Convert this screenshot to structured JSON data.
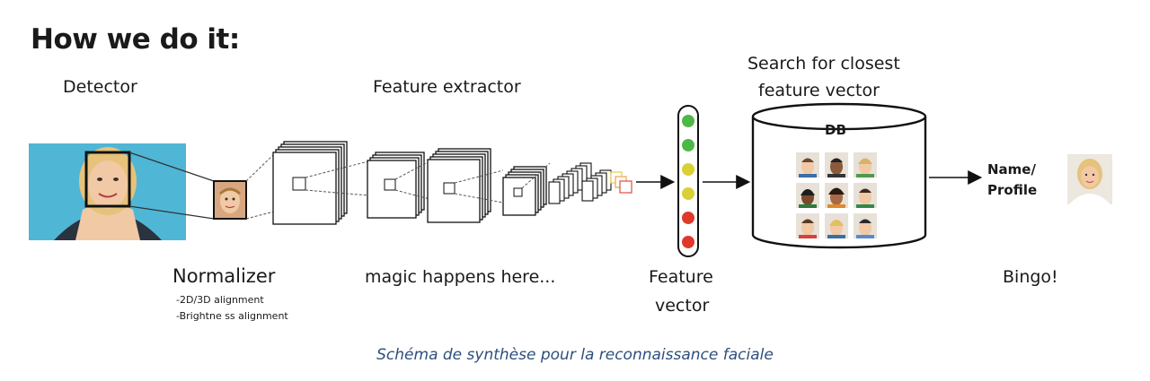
{
  "title": "How we do it:",
  "labels": {
    "detector": "Detector",
    "feature_extractor": "Feature extractor",
    "search_line1": "Search for closest",
    "search_line2": "feature vector",
    "normalizer": "Normalizer",
    "normalizer_note1": "-2D/3D alignment",
    "normalizer_note2": "-Brightne ss alignment",
    "magic": "magic happens here...",
    "feature_vector_line1": "Feature",
    "feature_vector_line2": "vector",
    "db": "DB",
    "name_line1": "Name/",
    "name_line2": "Profile",
    "bingo": "Bingo!"
  },
  "caption": "Schéma de synthèse pour la reconnaissance faciale",
  "colors": {
    "detector_background": "#4fb6d6",
    "vector_green": "#4db848",
    "vector_yellow": "#d9d133",
    "vector_red": "#e0392b",
    "caption": "#2e4e7e"
  },
  "feature_vector_dots": [
    "green",
    "green",
    "yellow",
    "yellow",
    "red",
    "red"
  ],
  "icons": {
    "detected_face": "face-photo-icon",
    "normalized_face": "face-crop-icon",
    "db_portraits": "portrait-grid-icon",
    "result_portrait": "portrait-icon"
  }
}
